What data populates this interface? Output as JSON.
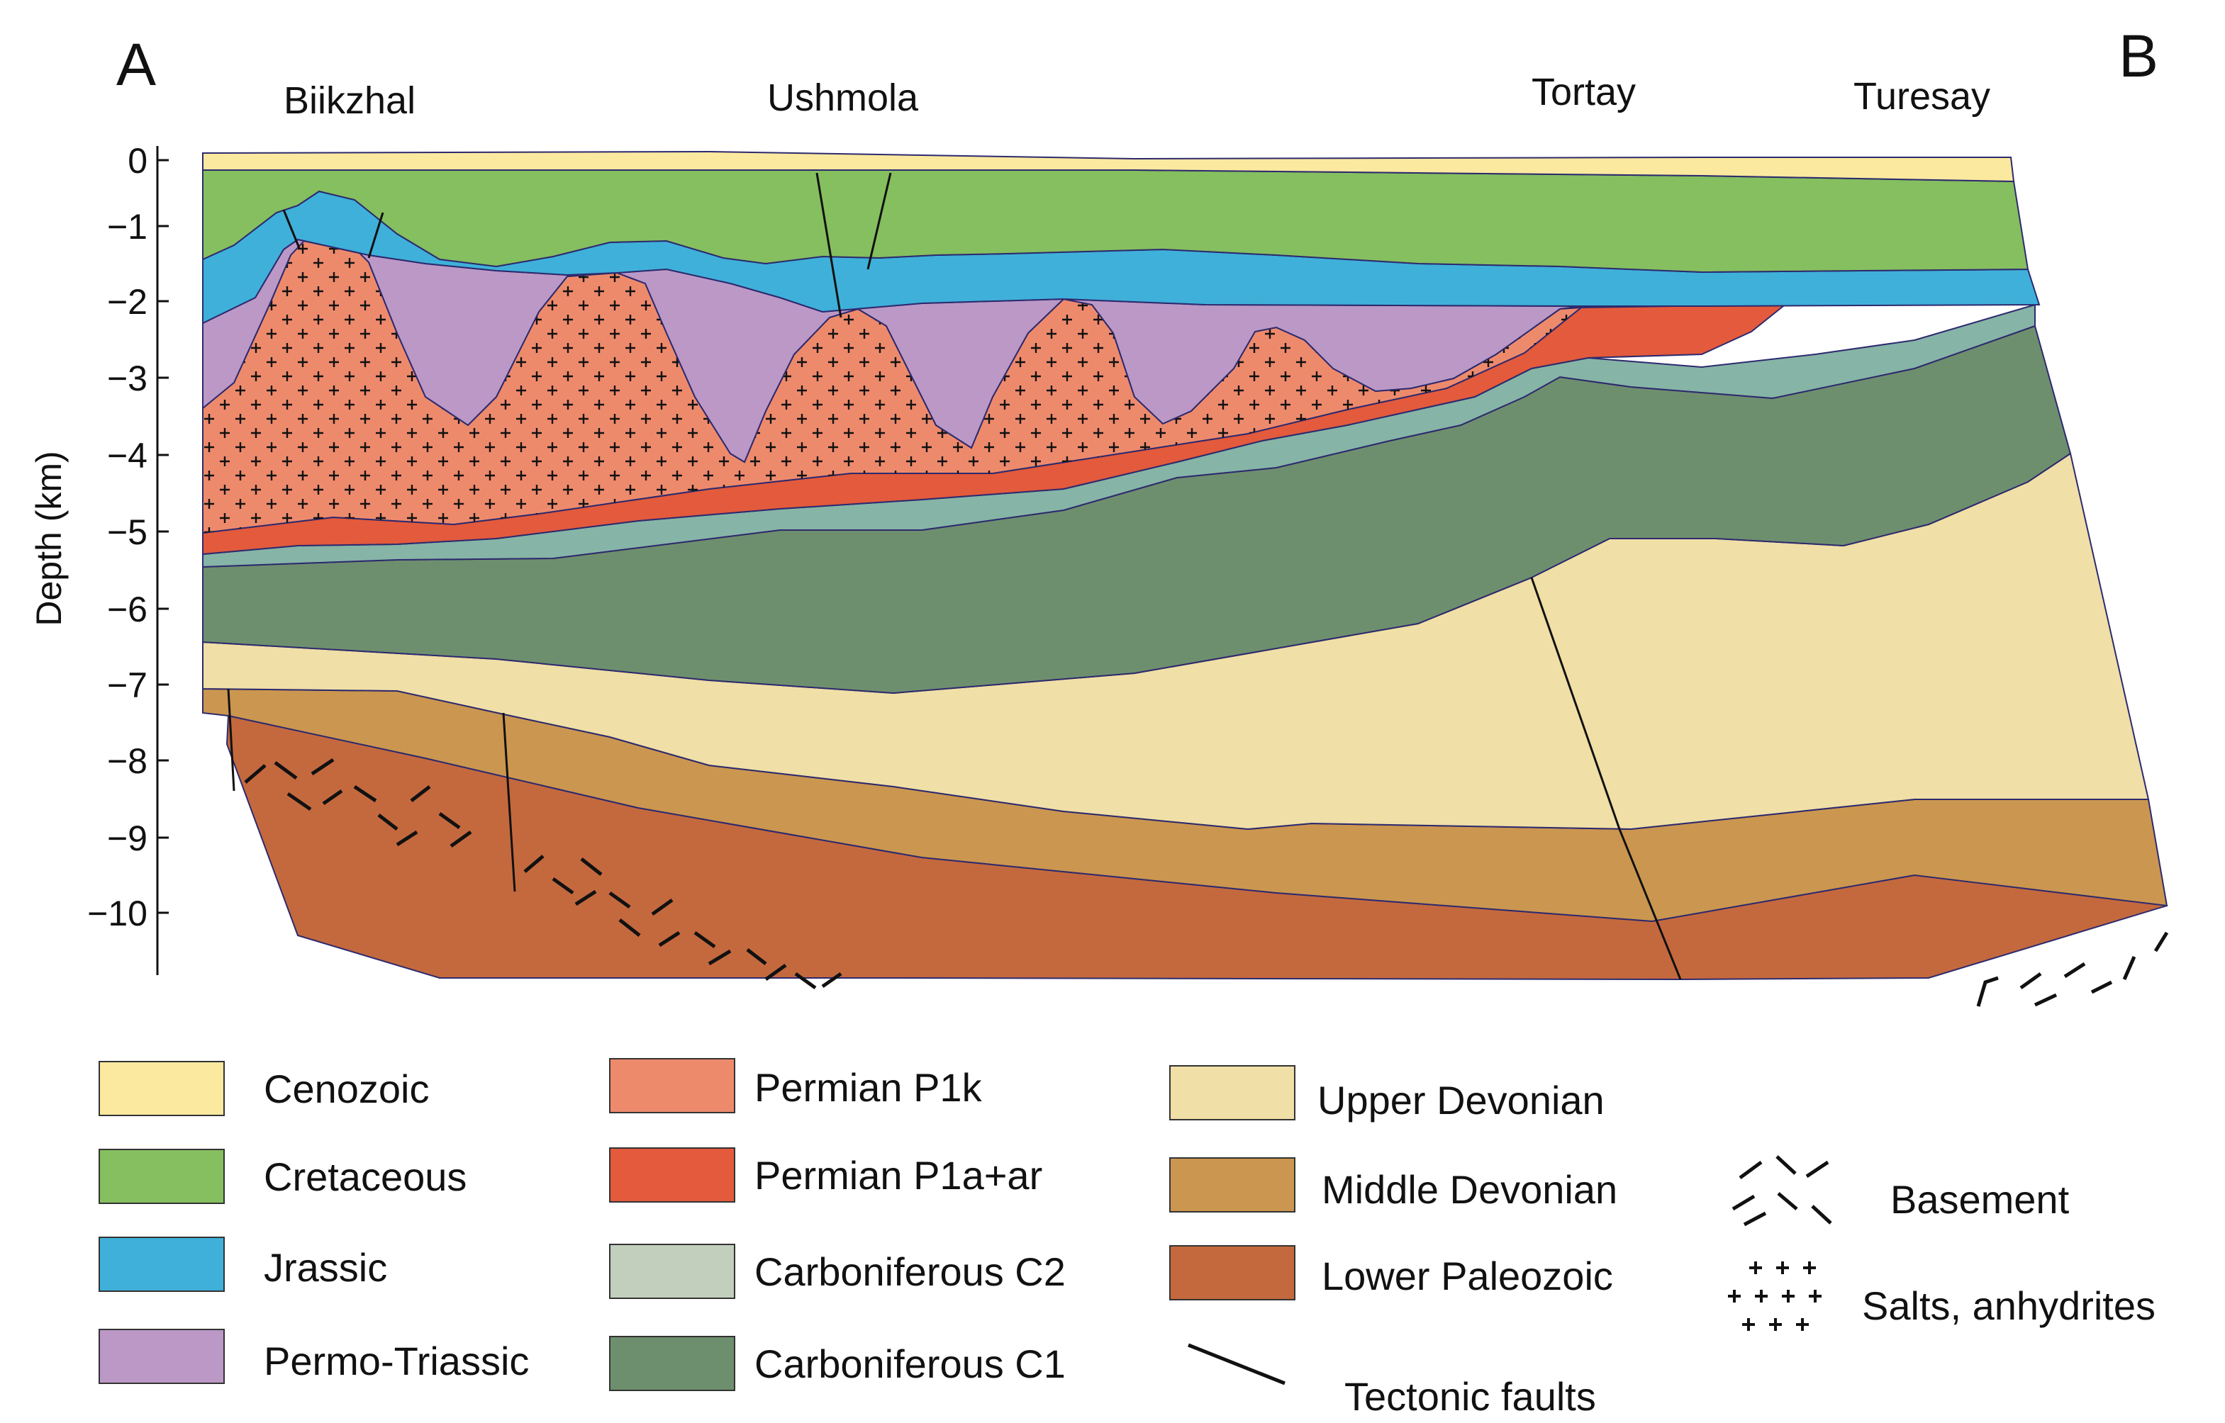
{
  "corner_labels": {
    "left": "A",
    "right": "B"
  },
  "locations": [
    "Biikzhal",
    "Ushmola",
    "Tortay",
    "Turesay"
  ],
  "axis": {
    "title": "Depth (km)",
    "ticks": [
      "0",
      "−1",
      "−2",
      "−3",
      "−4",
      "−5",
      "−6",
      "−7",
      "−8",
      "−9",
      "−10"
    ]
  },
  "units": {
    "cenozoic": {
      "label": "Cenozoic",
      "color": "#fbe9a0"
    },
    "cretaceous": {
      "label": "Cretaceous",
      "color": "#85bf5f"
    },
    "jurassic": {
      "label": "Jrassic",
      "color": "#3fb0d9"
    },
    "permotriassic": {
      "label": "Permo-Triassic",
      "color": "#bb98c6"
    },
    "p1k": {
      "label": "Permian P1k",
      "color": "#ee8a6c"
    },
    "p1a": {
      "label": "Permian P1a+ar",
      "color": "#e35a3c"
    },
    "c2": {
      "label": "Carboniferous C2",
      "color": "#c3cfbd"
    },
    "c1": {
      "label": "Carboniferous C1",
      "color": "#6e8f6e"
    },
    "upperdev": {
      "label": "Upper Devonian",
      "color": "#f0dfa6"
    },
    "middledev": {
      "label": "Middle Devonian",
      "color": "#cb964f"
    },
    "lowerpal": {
      "label": "Lower Paleozoic",
      "color": "#c4693e"
    }
  },
  "section_c2_color": "#86b4a6",
  "symbols": {
    "faults": "Tectonic faults",
    "basement": "Basement",
    "salts": "Salts, anhydrites"
  }
}
